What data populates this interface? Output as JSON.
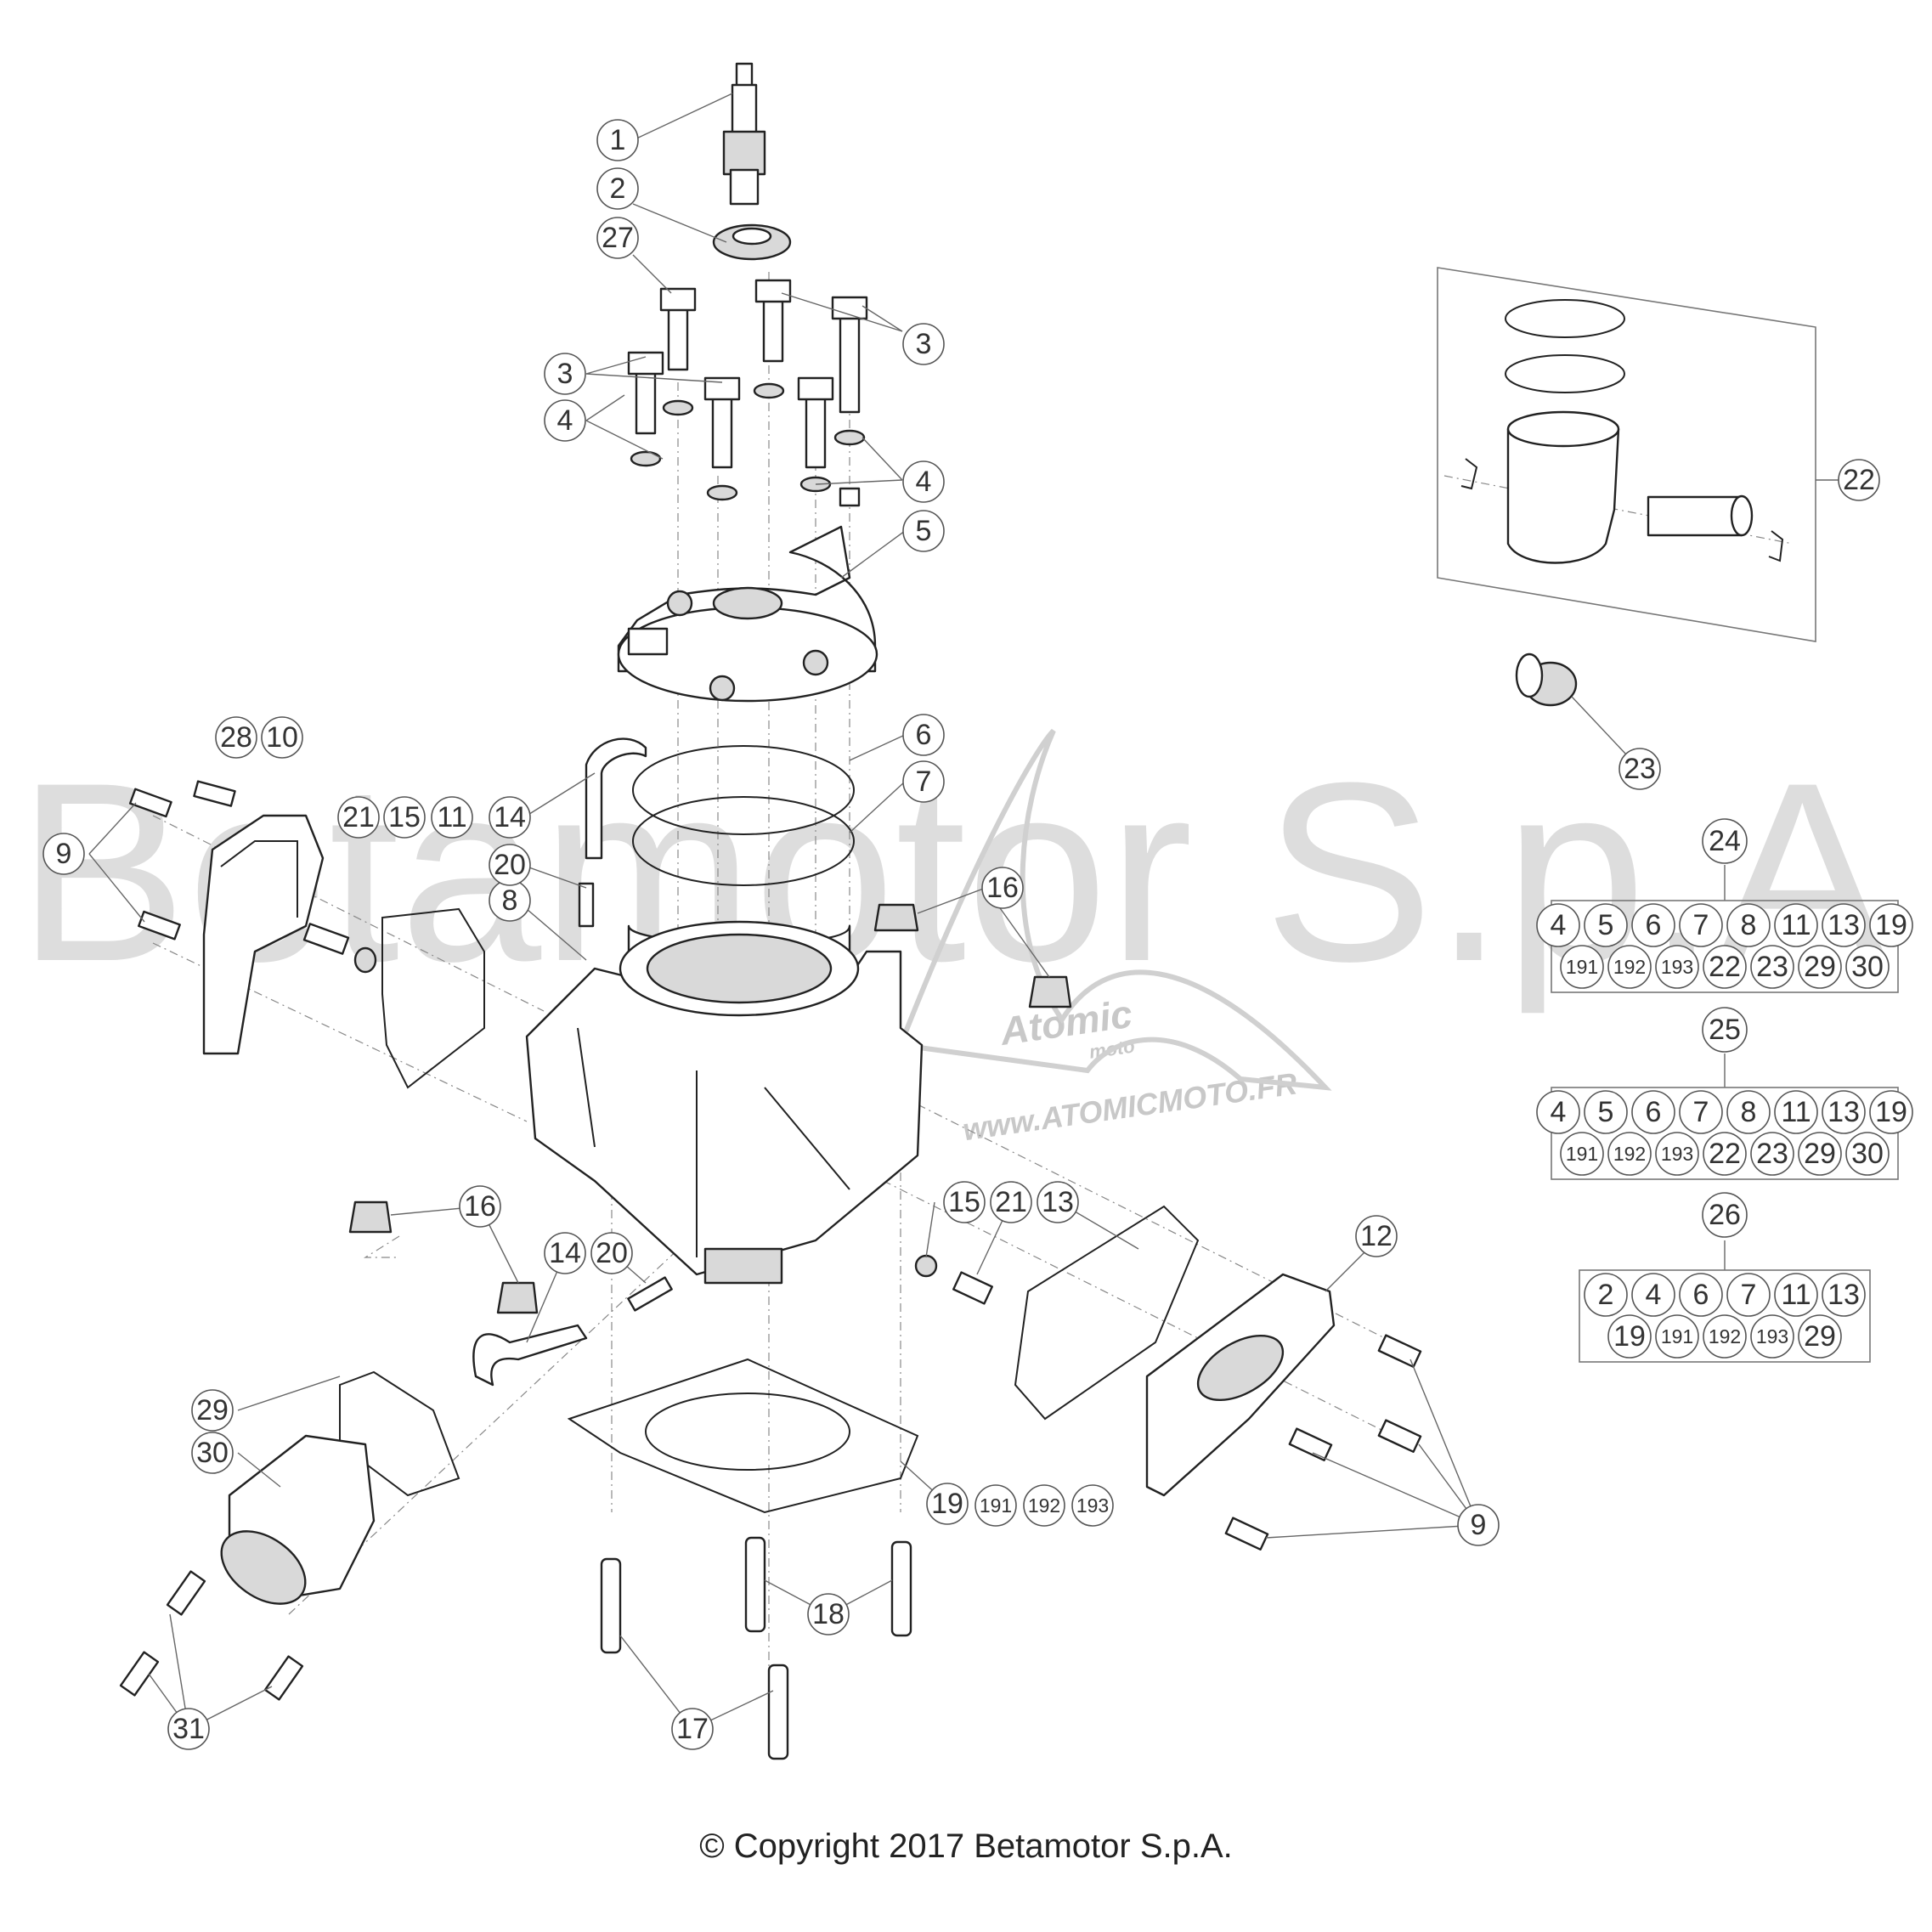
{
  "watermark": {
    "company": "Betamotor S.p.A",
    "logo_text": "Atomic",
    "logo_sub": "moto",
    "url": "www.ATOMICMOTO.FR"
  },
  "copyright": "© Copyright 2017 Betamotor S.p.A.",
  "callouts": [
    "1",
    "2",
    "27",
    "3",
    "3",
    "4",
    "4",
    "5",
    "6",
    "7",
    "8",
    "9",
    "10",
    "28",
    "21",
    "15",
    "11",
    "14",
    "20",
    "16",
    "16",
    "12",
    "13",
    "21",
    "15",
    "14",
    "20",
    "29",
    "30",
    "31",
    "17",
    "18",
    "19",
    "9",
    "22",
    "23"
  ],
  "gasket_refs": [
    "19",
    "191",
    "192",
    "193"
  ],
  "kits": [
    {
      "number": "24",
      "row1": [
        "4",
        "5",
        "6",
        "7",
        "8",
        "11",
        "13",
        "19"
      ],
      "row2": [
        "191",
        "192",
        "193",
        "22",
        "23",
        "29",
        "30"
      ]
    },
    {
      "number": "25",
      "row1": [
        "4",
        "5",
        "6",
        "7",
        "8",
        "11",
        "13",
        "19"
      ],
      "row2": [
        "191",
        "192",
        "193",
        "22",
        "23",
        "29",
        "30"
      ]
    },
    {
      "number": "26",
      "row1": [
        "2",
        "4",
        "6",
        "7",
        "11",
        "13"
      ],
      "row2": [
        "19",
        "191",
        "192",
        "193",
        "29"
      ]
    }
  ],
  "colors": {
    "line": "#222222",
    "callout_stroke": "#555555",
    "watermark": "#cfcfcf"
  }
}
